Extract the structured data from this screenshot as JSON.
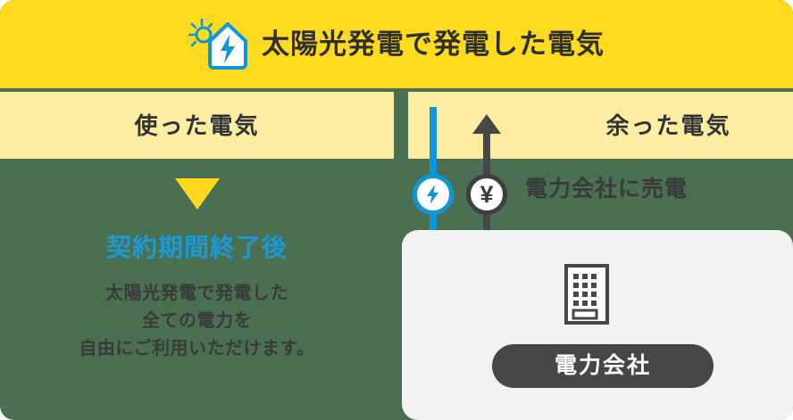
{
  "header": {
    "title": "太陽光発電で発電した電気",
    "icon": "solar-house-icon",
    "background_color": "#ffdb1f"
  },
  "columns": {
    "used": {
      "label": "使った電気",
      "panel_color": "#fdeda3"
    },
    "surplus": {
      "label": "余った電気",
      "panel_color": "#fdeda3"
    }
  },
  "left_section": {
    "triangle_icon": "down-triangle-icon",
    "triangle_color": "#ffd91f",
    "heading": "契約期間終了後",
    "heading_color": "#1b9ad6",
    "body_lines": [
      "太陽光発電で発電した",
      "全ての電力を",
      "自由にご利用いただけます。"
    ]
  },
  "flows": {
    "buy": {
      "direction": "down",
      "color": "#0d96d8",
      "badge_icon": "lightning-bolt-icon"
    },
    "sell": {
      "direction": "up",
      "color": "#3f3f3f",
      "badge_icon": "yen-icon",
      "badge_glyph": "¥",
      "label": "電力会社に売電"
    }
  },
  "utility": {
    "panel_color": "#f2f2f2",
    "building_icon": "office-building-icon",
    "pill_label": "電力会社",
    "pill_color": "#474747"
  },
  "canvas": {
    "background_color": "#4a6f51"
  }
}
